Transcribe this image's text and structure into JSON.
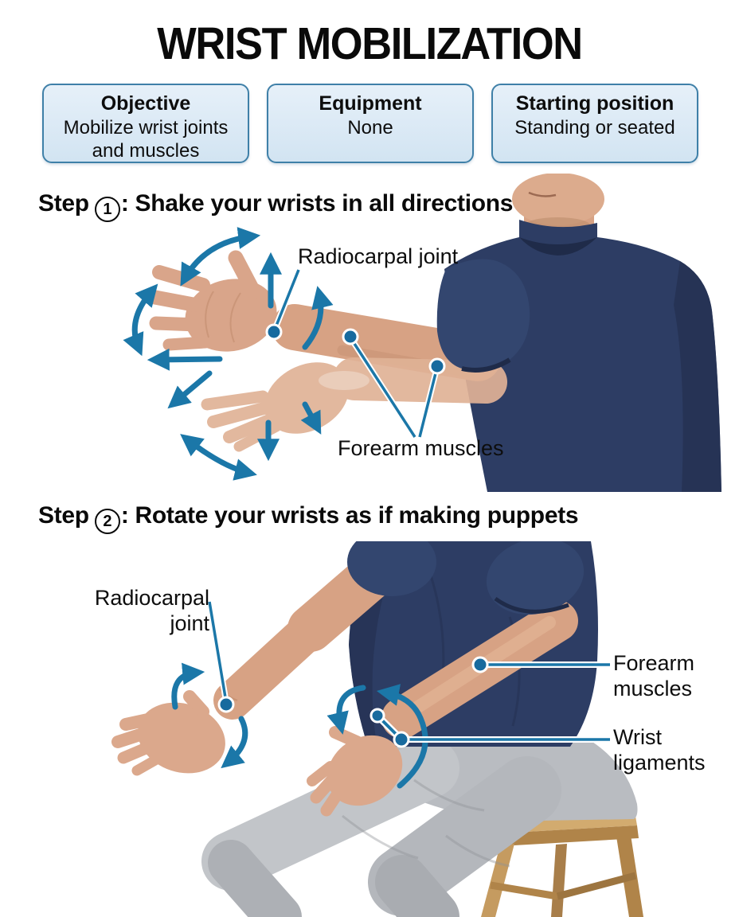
{
  "title": "WRIST MOBILIZATION",
  "info_boxes": [
    {
      "heading": "Objective",
      "body": "Mobilize wrist joints and muscles"
    },
    {
      "heading": "Equipment",
      "body": "None"
    },
    {
      "heading": "Starting position",
      "body": "Standing or seated"
    }
  ],
  "step1": {
    "heading": {
      "prefix": "Step",
      "number": "1",
      "rest": ": Shake your wrists in all directions"
    },
    "labels": {
      "radiocarpal_joint": "Radiocarpal joint",
      "forearm_muscles": "Forearm muscles"
    }
  },
  "step2": {
    "heading": {
      "prefix": "Step",
      "number": "2",
      "rest": ": Rotate your wrists as if making puppets"
    },
    "labels": {
      "radiocarpal_joint": "Radiocarpal joint",
      "forearm_muscles": "Forearm muscles",
      "wrist_ligaments": "Wrist ligaments"
    }
  },
  "colors": {
    "accent_blue": "#1b77a8",
    "leader_dot_blue": "#176a9e",
    "navy_shirt": "#2d3d64",
    "skin": "#d7a284",
    "pants_gray": "#b9bcc1",
    "stool_wood": "#c59b60",
    "box_background": "#dcebf6",
    "box_border": "#3f80a8",
    "text": "#0d0d0d"
  }
}
